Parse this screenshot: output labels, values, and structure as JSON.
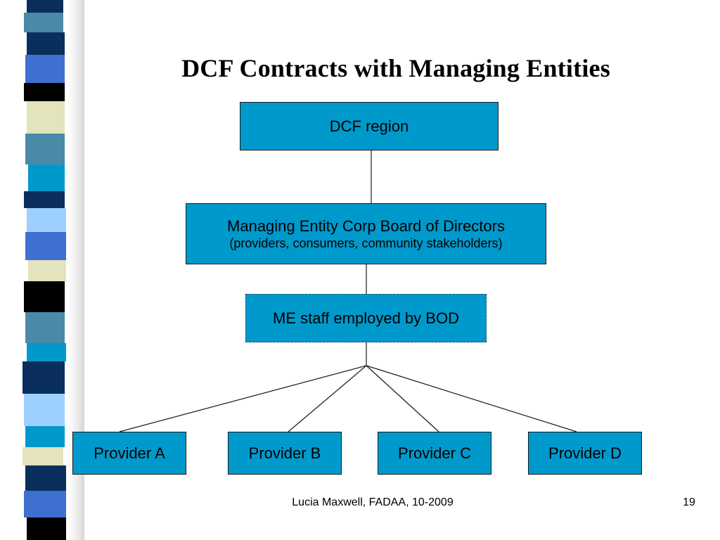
{
  "slide": {
    "title": "DCF Contracts with Managing Entities",
    "footer": "Lucia Maxwell, FADAA, 10-2009",
    "page_number": "19"
  },
  "diagram": {
    "top_box": {
      "label": "DCF region"
    },
    "board_box": {
      "label": "Managing Entity Corp Board of Directors",
      "sublabel": "(providers, consumers, community stakeholders)"
    },
    "staff_box": {
      "label": "ME staff employed by BOD"
    },
    "providers": [
      {
        "label": "Provider A"
      },
      {
        "label": "Provider B"
      },
      {
        "label": "Provider C"
      },
      {
        "label": "Provider D"
      }
    ]
  },
  "colors": {
    "box_fill": "#0099cc",
    "box_border": "#1a1a1a",
    "strip_palette": [
      "#0b2f5c",
      "#3f6fd0",
      "#4a8aa8",
      "#0099cc",
      "#9ed0ff",
      "#e3e3bd",
      "#000000"
    ]
  }
}
